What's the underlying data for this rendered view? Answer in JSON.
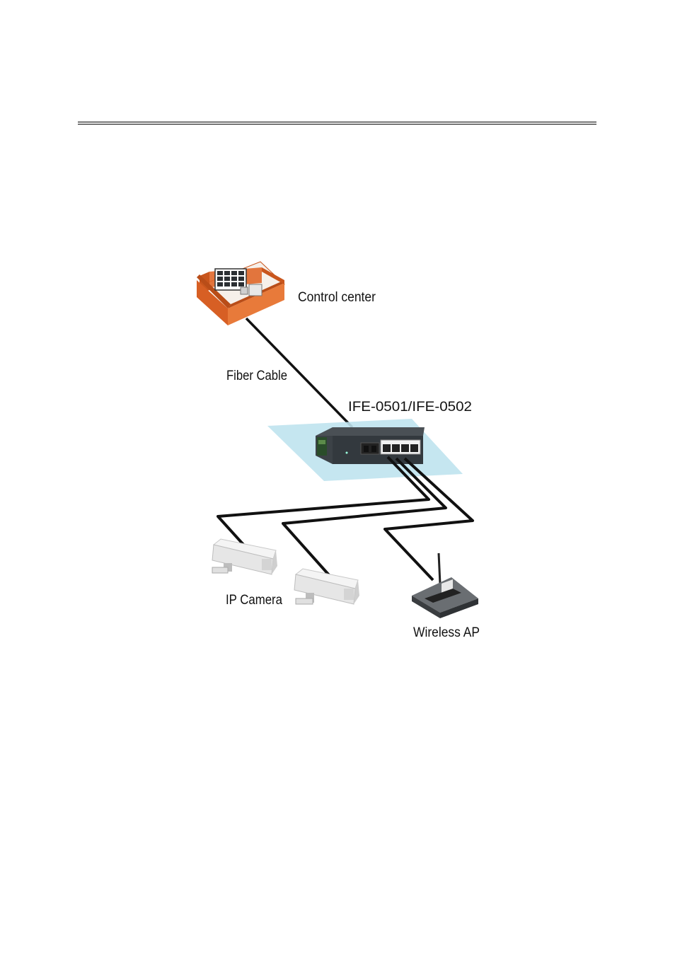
{
  "diagram": {
    "labels": {
      "control_center": "Control center",
      "fiber_cable": "Fiber Cable",
      "switch_model": "IFE-0501/IFE-0502",
      "ip_camera": "IP Camera",
      "wireless_ap": "Wireless AP"
    },
    "colors": {
      "building_orange": "#e0672a",
      "platform_blue": "#bfe3ee",
      "switch_dark": "#3c4247",
      "cable": "#111111"
    }
  }
}
